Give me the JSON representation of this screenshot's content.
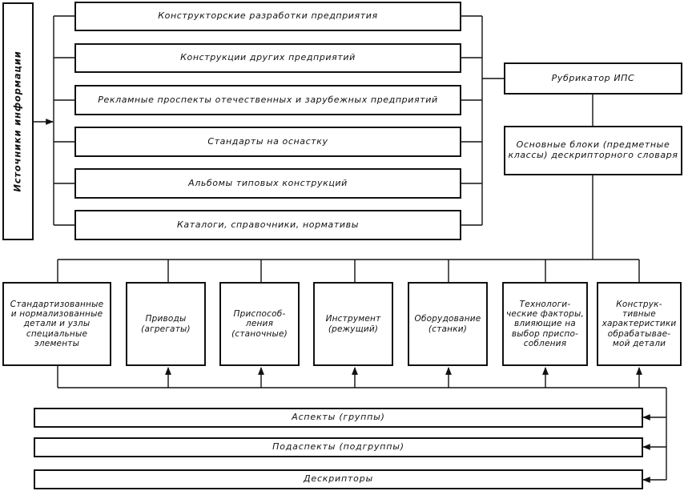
{
  "sources_title": "Источники информации",
  "sources": [
    "Конструкторские разработки предприятия",
    "Конструкции других предприятий",
    "Рекламные проспекты отечественных и зарубежных предприятий",
    "Стандарты на оснастку",
    "Альбомы типовых конструкций",
    "Каталоги, справочники, нормативы"
  ],
  "rubricator": "Рубрикатор ИПС",
  "main_blocks": "Основные блоки (предметные классы) дескрипторного словаря",
  "classes": [
    "Стандартизованные и нормализованные детали и узлы специальные элементы",
    "Приводы (агрегаты)",
    "Приспособ- ления (станочные)",
    "Инструмент (режущий)",
    "Оборудование (станки)",
    "Технологи- ческие факторы, влияющие на выбор приспо- собления",
    "Конструк- тивные характеристики обрабатывае- мой детали"
  ],
  "aspects": "Аспекты (группы)",
  "subaspects": "Подаспекты (подгруппы)",
  "descriptors": "Дескрипторы"
}
